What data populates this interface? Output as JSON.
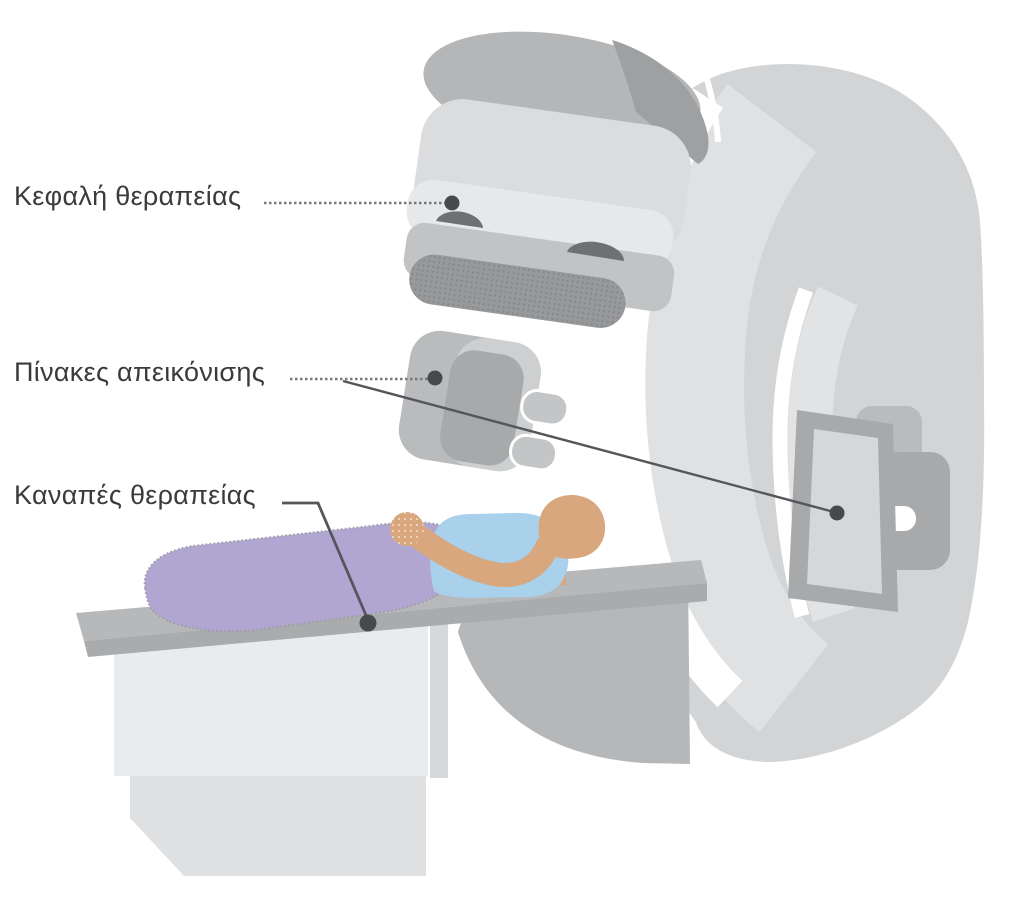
{
  "figure": {
    "labels": [
      {
        "id": "treatment-head",
        "text": "Κεφαλή θεραπείας"
      },
      {
        "id": "imaging-panels",
        "text": "Πίνακες απεικόνισης"
      },
      {
        "id": "treatment-couch",
        "text": "Καναπές θεραπείας"
      }
    ],
    "colors": {
      "background": "#ffffff",
      "machine_body": "#d2d4d6",
      "machine_ring": "#dfe1e3",
      "machine_face_light": "#e7e8ea",
      "machine_mid": "#c1c3c5",
      "machine_dark": "#a7a9ab",
      "collimator": "#97999b",
      "head_dome": "#b4b6b8",
      "eye_dark": "#6e7072",
      "foot": "#b5b7b9",
      "couch_top": "#b6b8ba",
      "couch_edge": "#a9abad",
      "pedestal": "#eaebed",
      "pedestal_lower": "#dfe0e2",
      "blanket": "#b1a6d2",
      "shirt": "#a9d1ec",
      "skin": "#d8a77d",
      "label_text": "#3b3b3d",
      "callout_line": "#55565a",
      "callout_dot": "#48494b"
    }
  }
}
